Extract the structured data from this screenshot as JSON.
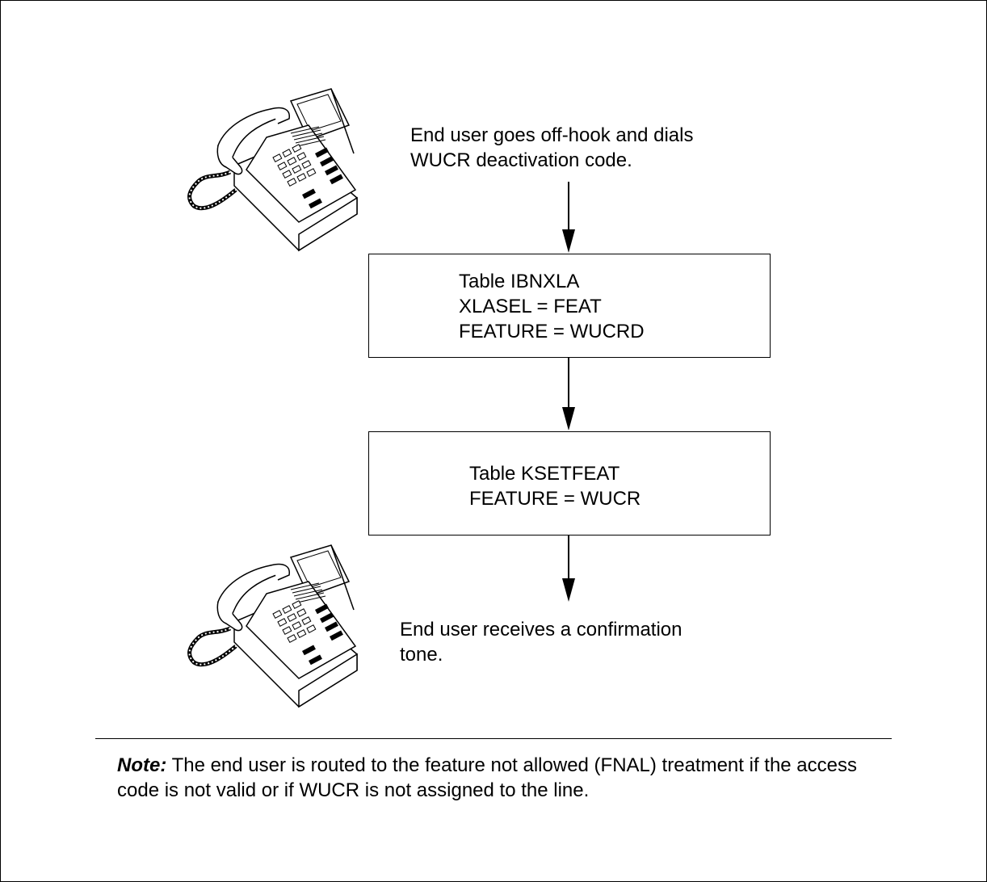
{
  "diagram": {
    "step1_text": "End user goes off-hook and dials\nWUCR deactivation code.",
    "box1": {
      "lines": [
        "Table IBNXLA",
        "XLASEL = FEAT",
        "FEATURE = WUCRD"
      ]
    },
    "box2": {
      "lines": [
        "Table KSETFEAT",
        "FEATURE = WUCR"
      ]
    },
    "step2_text": "End user receives a confirmation\ntone.",
    "phone_icon": "desk-telephone-icon"
  },
  "note": {
    "label": "Note:",
    "text": "The end user is routed to the feature not allowed (FNAL) treatment if the access code is not valid or if WUCR is not assigned to the line."
  }
}
